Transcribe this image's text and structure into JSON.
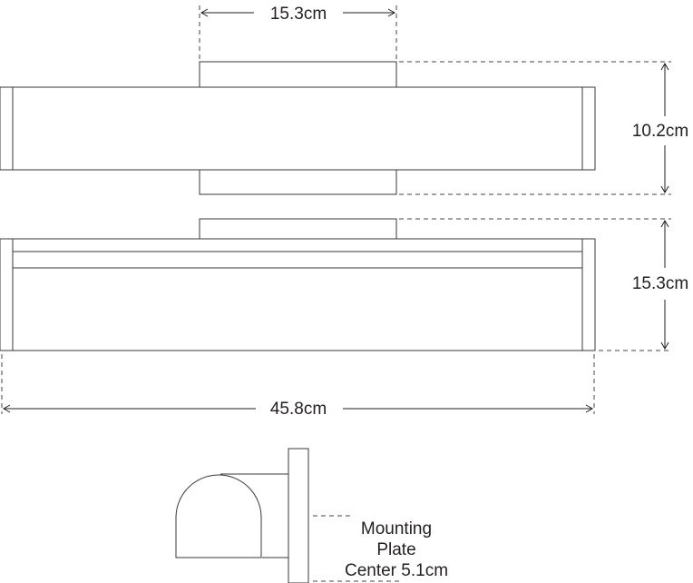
{
  "dimensions": {
    "mount_width": "15.3cm",
    "front_height": "10.2cm",
    "side_height": "15.3cm",
    "overall_width": "45.8cm",
    "mounting_plate": {
      "line1": "Mounting",
      "line2": "Plate",
      "line3": "Center 5.1cm"
    }
  }
}
